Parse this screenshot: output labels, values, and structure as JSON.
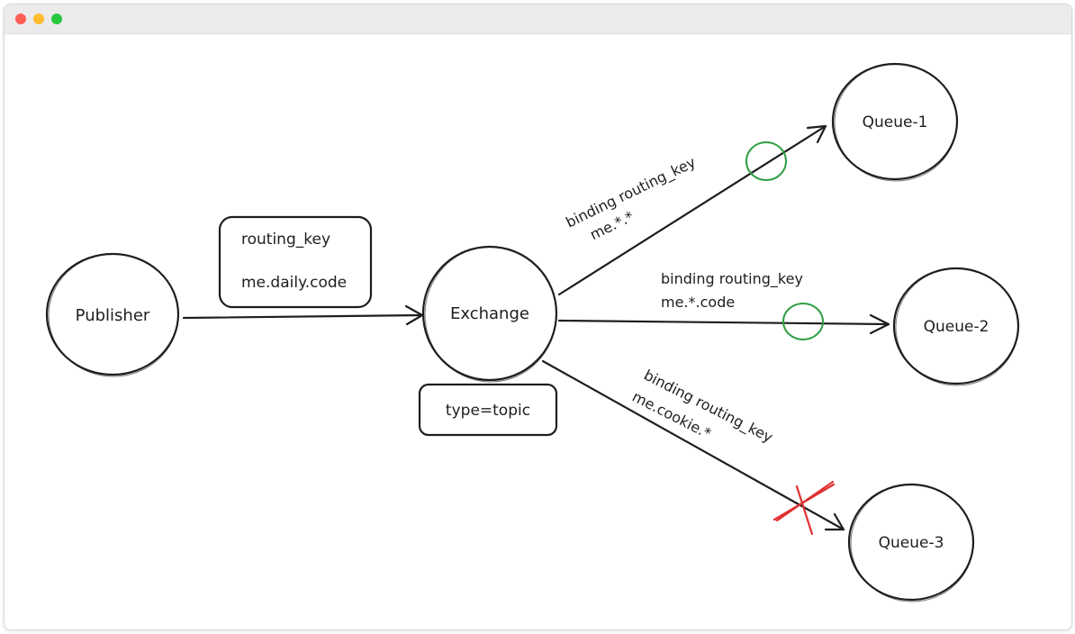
{
  "window": {
    "controls": [
      {
        "name": "close",
        "color": "#ff5f57"
      },
      {
        "name": "minimize",
        "color": "#febc2e"
      },
      {
        "name": "maximize",
        "color": "#28c840"
      }
    ]
  },
  "colors": {
    "stroke": "#1e1e1e",
    "match": "#2f9e44",
    "reject": "#e03131"
  },
  "nodes": {
    "publisher": "Publisher",
    "exchange": "Exchange",
    "queue1": "Queue-1",
    "queue2": "Queue-2",
    "queue3": "Queue-3"
  },
  "message": {
    "line1": "routing_key",
    "line2": "me.daily.code"
  },
  "exchange_type": "type=topic",
  "bindings": {
    "queue1": {
      "line1": "binding routing_key",
      "line2": "me.*.*",
      "result": "match"
    },
    "queue2": {
      "line1": "binding routing_key",
      "line2": "me.*.code",
      "result": "match"
    },
    "queue3": {
      "line1": "binding routing_key",
      "line2": "me.cookie.*",
      "result": "reject"
    }
  }
}
